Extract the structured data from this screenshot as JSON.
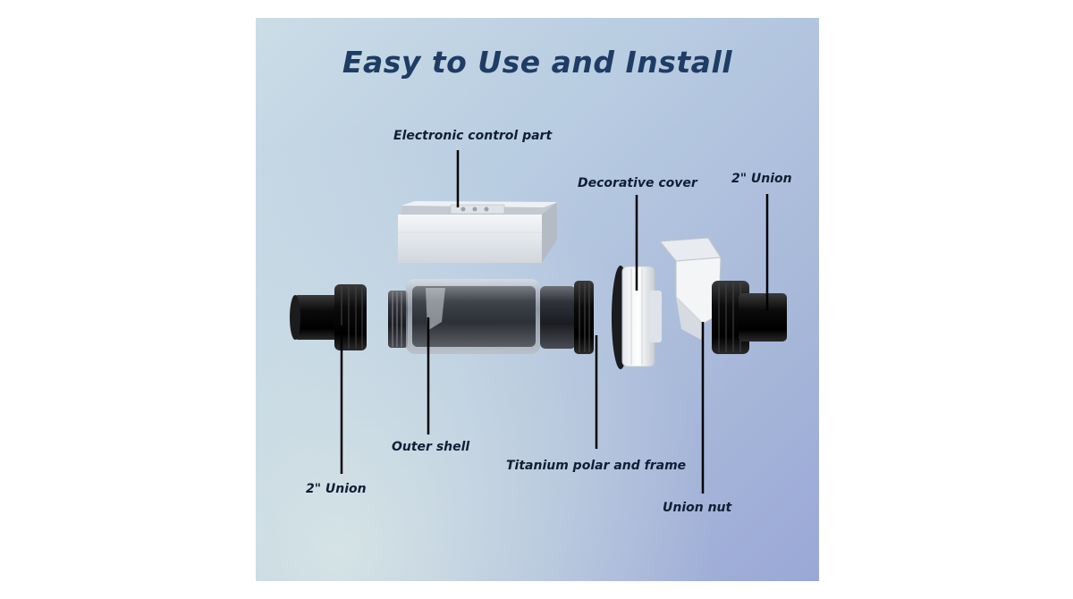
{
  "title": "Easy to Use and Install",
  "labels": {
    "electronic_control_part": "Electronic control part",
    "decorative_cover": "Decorative cover",
    "union_right": "2\" Union",
    "union_left": "2\" Union",
    "outer_shell": "Outer shell",
    "titanium_polar_and_frame": "Titanium polar and frame",
    "union_nut": "Union nut"
  },
  "colors": {
    "title": "#1f3c64",
    "label": "#0f1e34",
    "leader_line": "#000000"
  }
}
